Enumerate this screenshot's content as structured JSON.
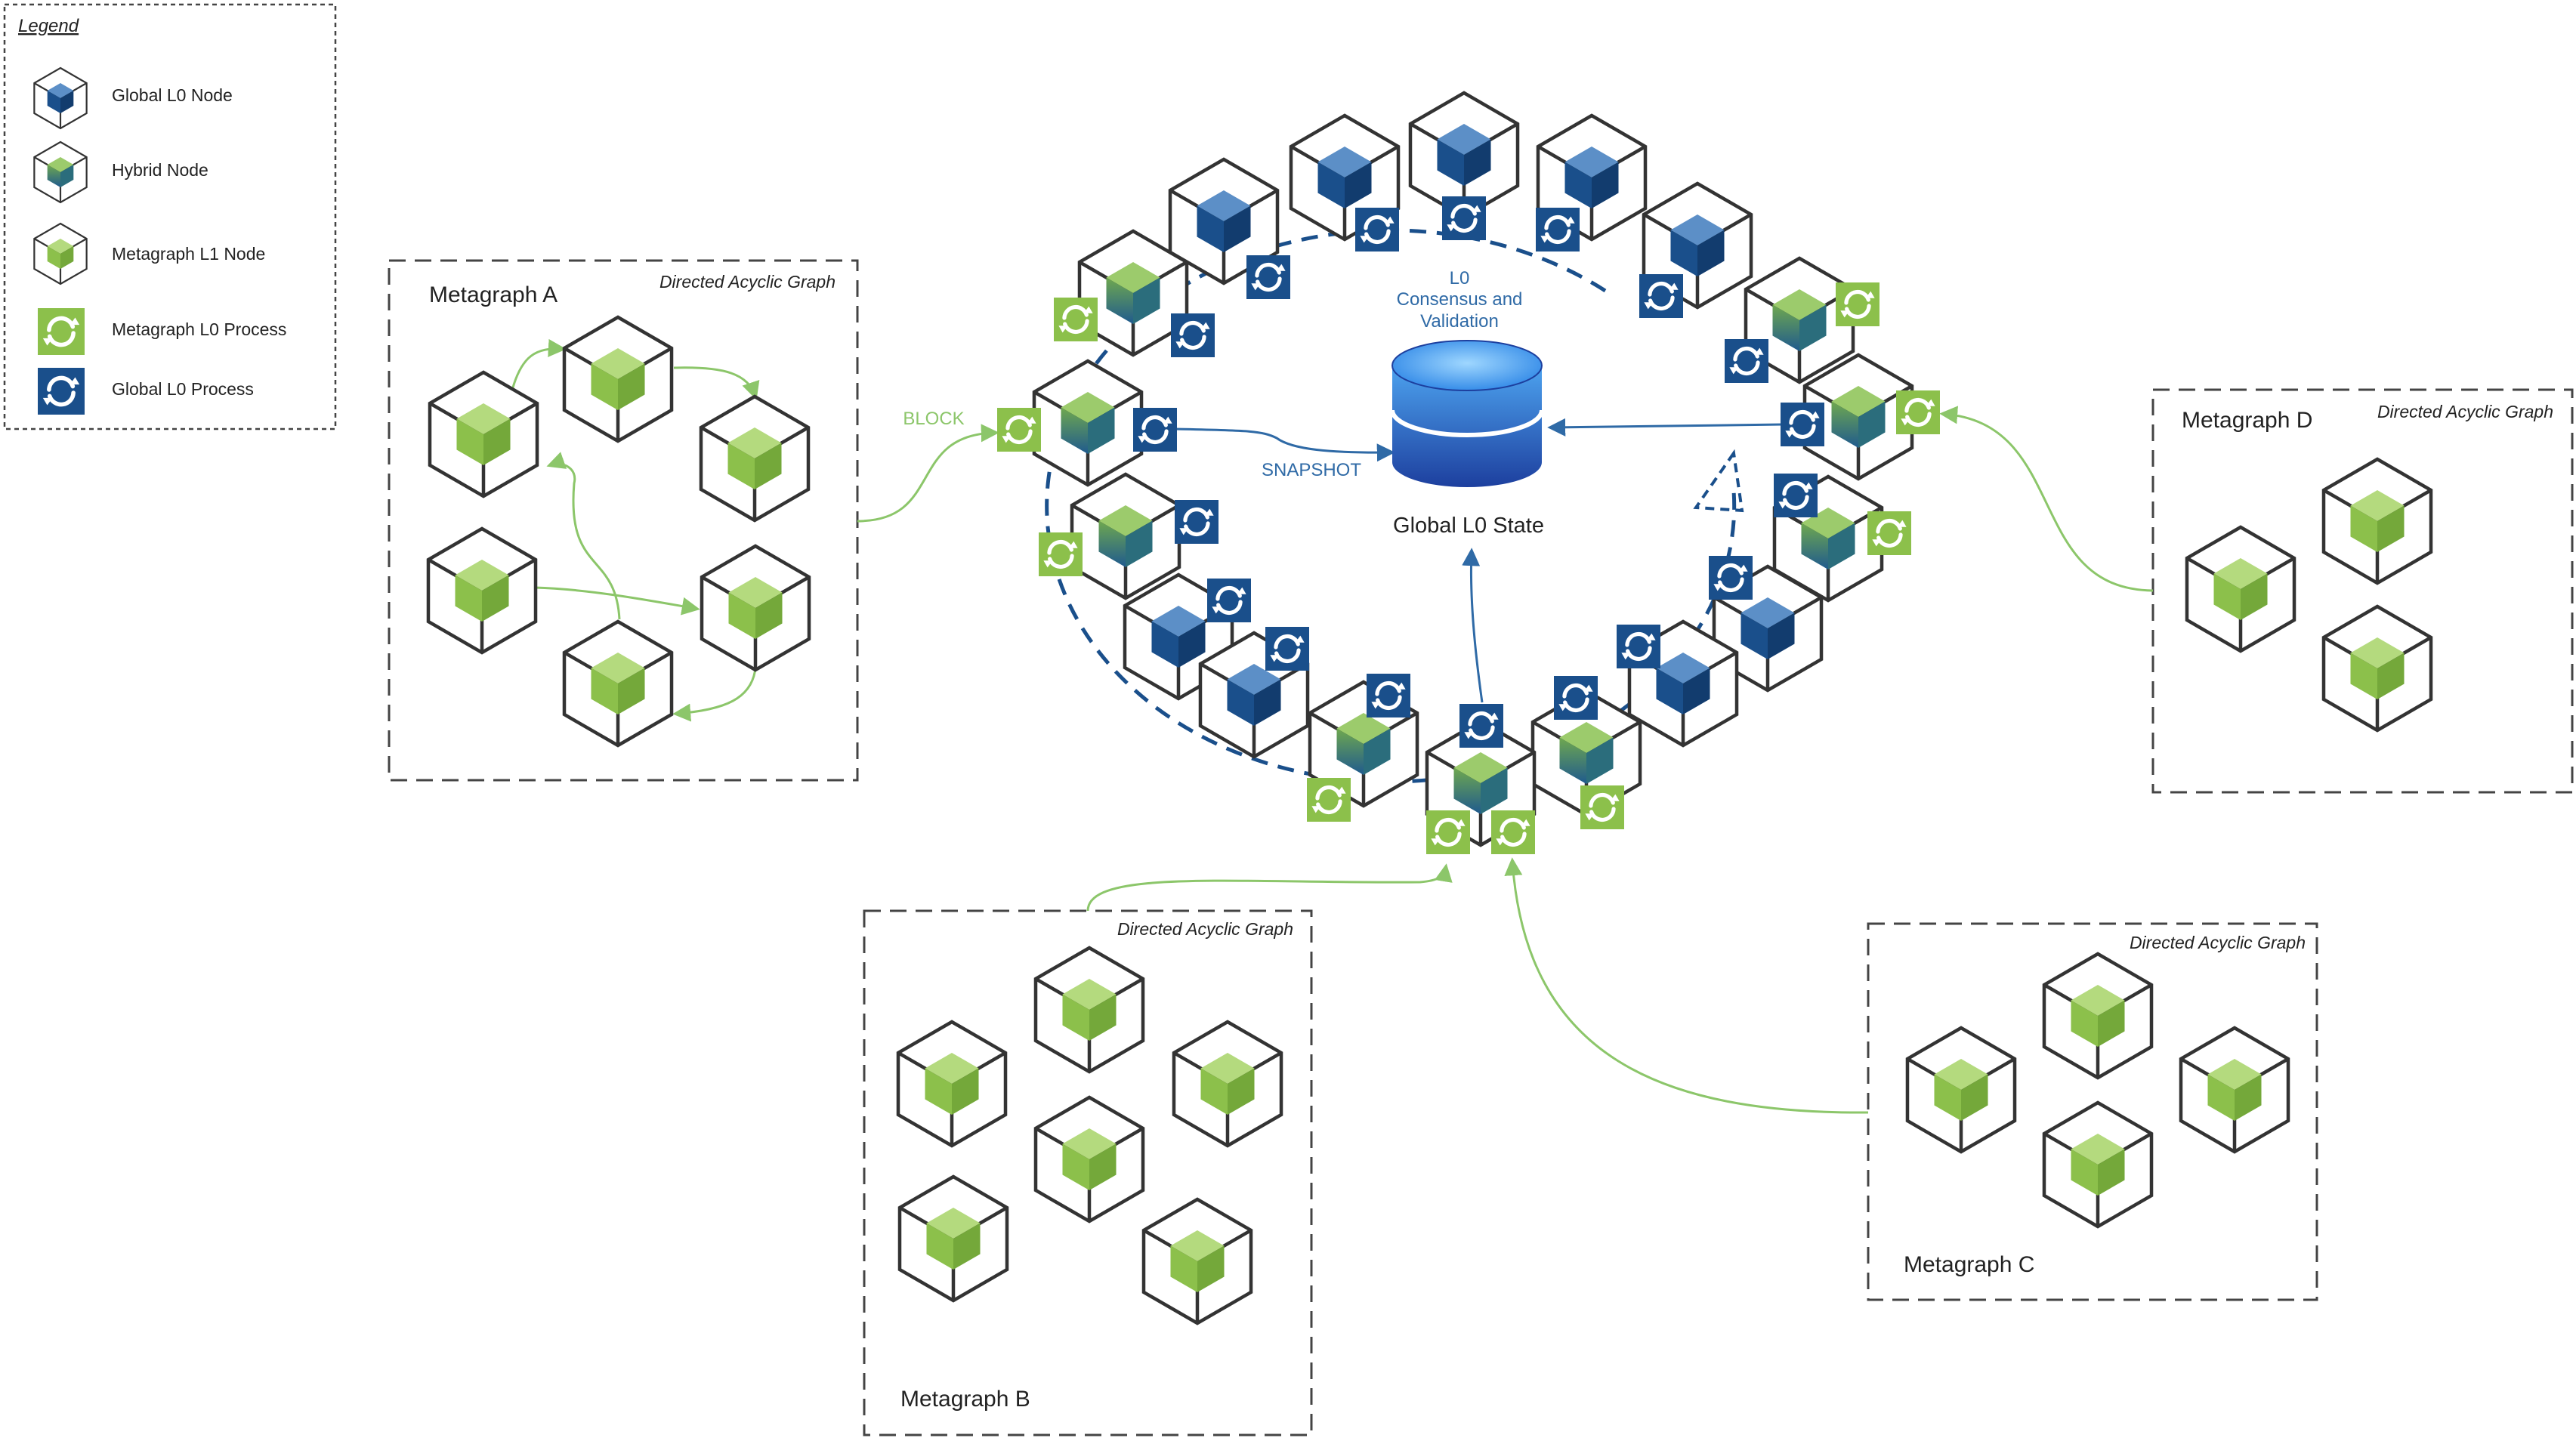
{
  "legend": {
    "title": "Legend",
    "items": [
      {
        "label": "Global L0 Node",
        "icon": "global-l0-node-icon"
      },
      {
        "label": "Hybrid Node",
        "icon": "hybrid-node-icon"
      },
      {
        "label": "Metagraph L1 Node",
        "icon": "metagraph-l1-node-icon"
      },
      {
        "label": "Metagraph L0 Process",
        "icon": "metagraph-l0-process-icon"
      },
      {
        "label": "Global L0 Process",
        "icon": "global-l0-process-icon"
      }
    ]
  },
  "metagraphs": {
    "a": {
      "name": "Metagraph A",
      "tag": "Directed Acyclic Graph"
    },
    "b": {
      "name": "Metagraph B",
      "tag": "Directed Acyclic Graph"
    },
    "c": {
      "name": "Metagraph C",
      "tag": "Directed Acyclic Graph"
    },
    "d": {
      "name": "Metagraph D",
      "tag": "Directed Acyclic Graph"
    }
  },
  "center": {
    "consensus_line1": "L0",
    "consensus_line2": "Consensus and",
    "consensus_line3": "Validation",
    "state_label": "Global L0 State",
    "snapshot_label": "SNAPSHOT",
    "block_label": "BLOCK"
  },
  "colors": {
    "global_blue": "#1a4f8b",
    "metagraph_green": "#8cc04b",
    "flow_green": "#8cc66a",
    "flow_blue": "#2f6aa6",
    "outline": "#333333"
  }
}
